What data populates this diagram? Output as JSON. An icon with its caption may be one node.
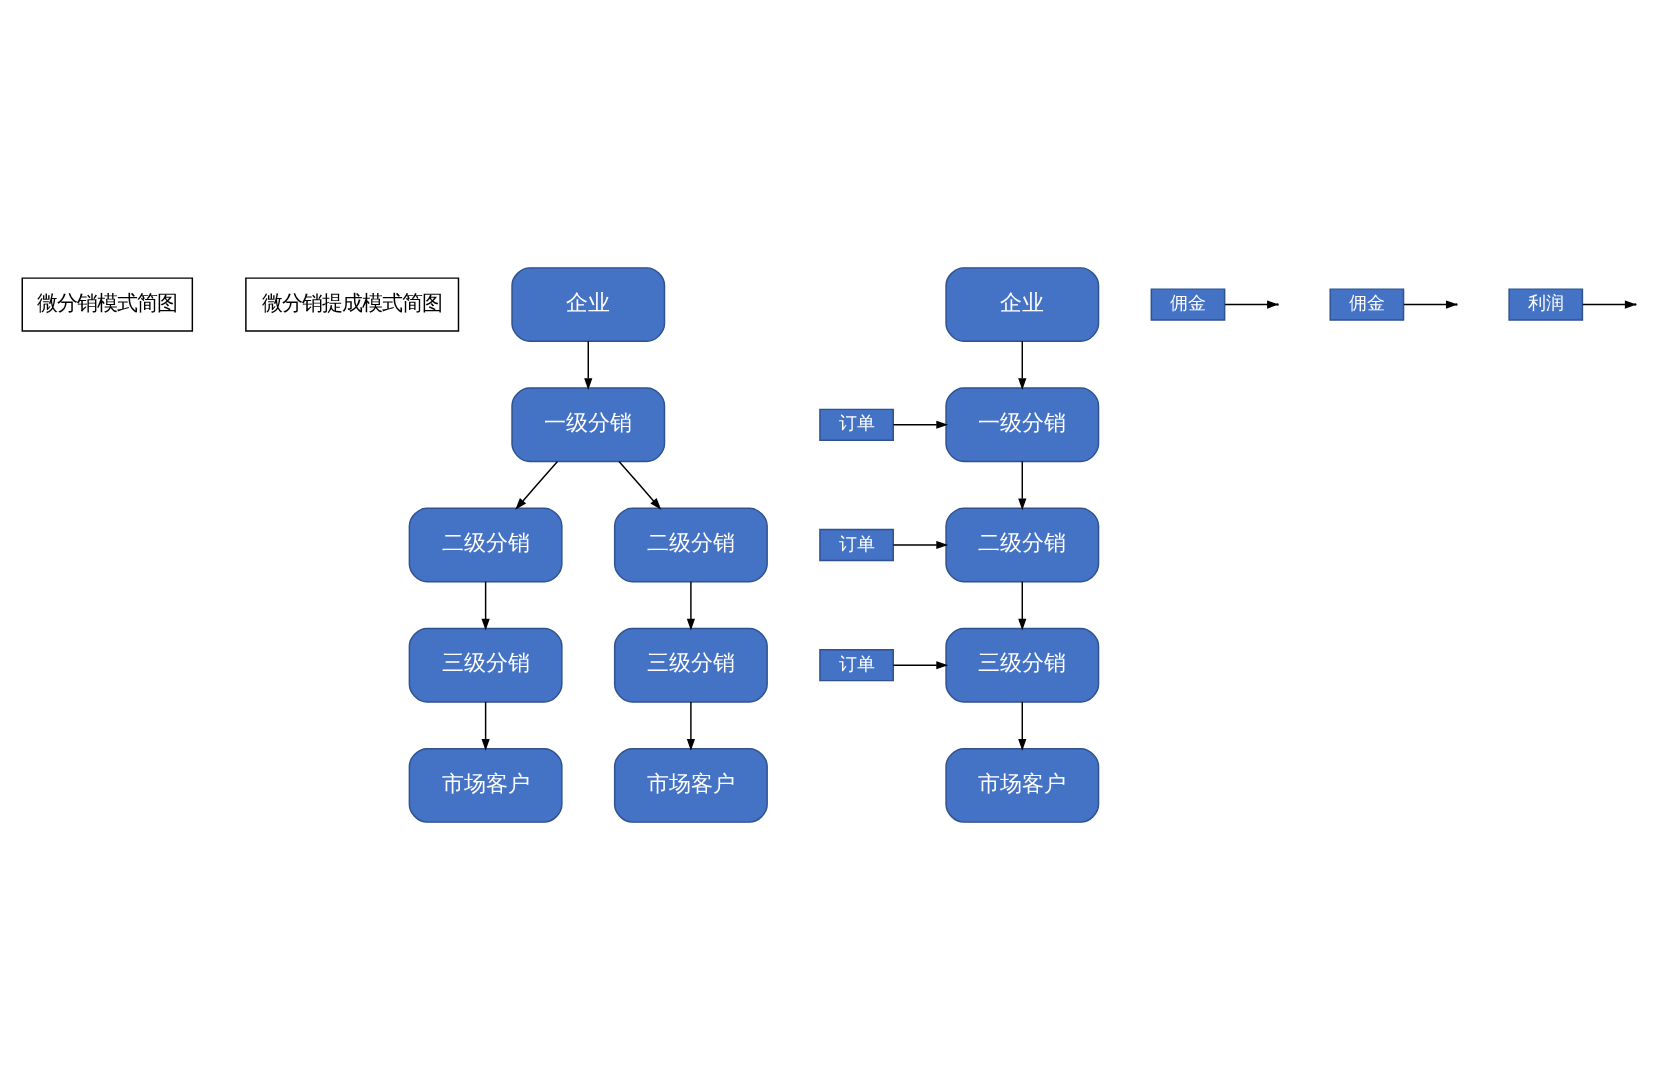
{
  "diagram": {
    "nodes": [
      {
        "text": [
          "微分销模式简图"
        ]
      },
      {
        "text": [
          "微分销提成模式简图"
        ]
      },
      {
        "text": [
          "企业"
        ]
      },
      {
        "text": [
          "一级分销"
        ]
      },
      {
        "text": [
          "二级分销"
        ]
      },
      {
        "text": [
          "二级分销"
        ]
      },
      {
        "text": [
          "三级分销"
        ]
      },
      {
        "text": [
          "三级分销"
        ]
      },
      {
        "text": [
          "市场客户"
        ]
      },
      {
        "text": [
          "市场客户"
        ]
      },
      {
        "text": [
          "企业"
        ]
      },
      {
        "text": [
          "订单"
        ]
      },
      {
        "text": [
          "一级分销"
        ]
      },
      {
        "text": [
          "佣金"
        ]
      },
      {
        "text": [
          "订单"
        ]
      },
      {
        "text": [
          "二级分销"
        ]
      },
      {
        "text": [
          "佣金"
        ]
      },
      {
        "text": [
          "订单"
        ]
      },
      {
        "text": [
          "三级分销"
        ]
      },
      {
        "text": [
          "利润"
        ]
      },
      {
        "text": [
          "市场客户"
        ]
      }
    ],
    "edges": [
      {
        "from": 2,
        "to": 3,
        "arrow": "to"
      },
      {
        "from": 3,
        "to": 4,
        "arrow": "to"
      },
      {
        "from": 3,
        "to": 5,
        "arrow": "to"
      },
      {
        "from": 4,
        "to": 6,
        "arrow": "to"
      },
      {
        "from": 5,
        "to": 7,
        "arrow": "to"
      },
      {
        "from": 6,
        "to": 8,
        "arrow": "to"
      },
      {
        "from": 7,
        "to": 9,
        "arrow": "to"
      },
      {
        "from": 10,
        "to": 12,
        "arrow": "to"
      },
      {
        "from": 11,
        "to": 12,
        "arrow": "to"
      },
      {
        "from": 12,
        "to": 15,
        "arrow": "to"
      },
      {
        "from": 13,
        "to": null,
        "arrow": "to"
      },
      {
        "from": 14,
        "to": 15,
        "arrow": "to"
      },
      {
        "from": 15,
        "to": 18,
        "arrow": "to"
      },
      {
        "from": 16,
        "to": null,
        "arrow": "to"
      },
      {
        "from": 17,
        "to": 18,
        "arrow": "to"
      },
      {
        "from": 18,
        "to": 20,
        "arrow": "to"
      },
      {
        "from": 19,
        "to": null,
        "arrow": "to"
      }
    ]
  }
}
